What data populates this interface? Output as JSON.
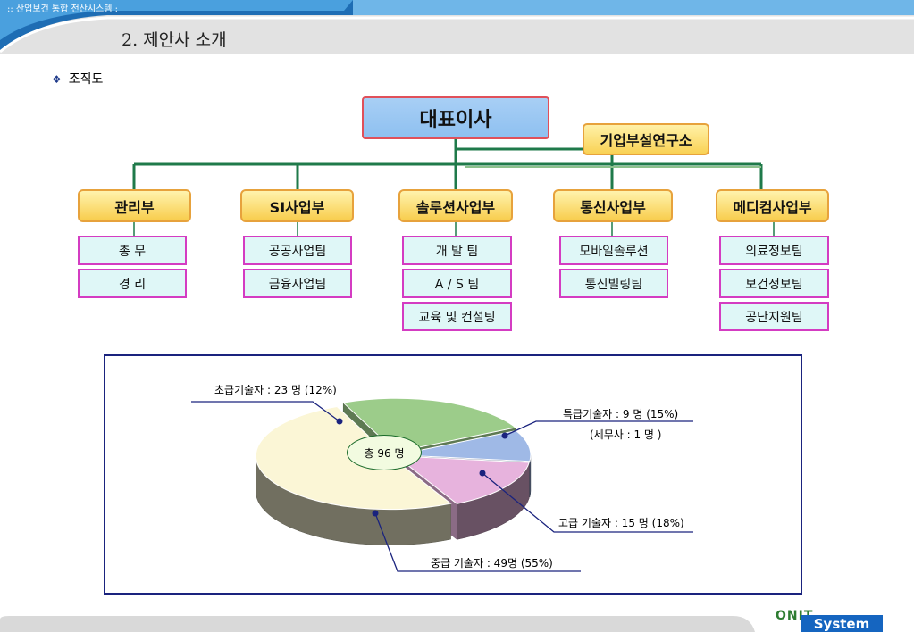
{
  "header": {
    "system_name": ":: 산업보건 통합 전산시스템 :",
    "page_title": "2. 제안사 소개"
  },
  "section": {
    "bullet": "❖",
    "title": "조직도"
  },
  "org": {
    "ceo": "대표이사",
    "lab": "기업부설연구소",
    "departments": [
      {
        "name": "관리부",
        "teams": [
          "총  무",
          "경  리"
        ]
      },
      {
        "name": "SI사업부",
        "teams": [
          "공공사업팀",
          "금융사업팀"
        ]
      },
      {
        "name": "솔루션사업부",
        "teams": [
          "개 발 팀",
          "A / S 팀",
          "교육 및 컨설팅"
        ]
      },
      {
        "name": "통신사업부",
        "teams": [
          "모바일솔루션",
          "통신빌링팀"
        ]
      },
      {
        "name": "메디컴사업부",
        "teams": [
          "의료정보팀",
          "보건정보팀",
          "공단지원팀"
        ]
      }
    ]
  },
  "chart_data": {
    "type": "pie",
    "total_label": "총 96 명",
    "slices": [
      {
        "label": "초급기술자 : 23 명",
        "pct_label": "(12%)",
        "value": 23,
        "color": "#9ccc8a"
      },
      {
        "label": "특급기술자 : 9 명",
        "pct_label": "(15%)",
        "value": 9,
        "color": "#9fb9e6"
      },
      {
        "label": "고급 기술자 : 15 명",
        "pct_label": "(18%)",
        "value": 15,
        "color": "#e7b3dd"
      },
      {
        "label": "중급 기술자 : 49명",
        "pct_label": "(55%)",
        "value": 49,
        "color": "#fbf6d6"
      }
    ],
    "note": "(세무사 : 1 명 )"
  },
  "logo": {
    "line1": "ONIT",
    "line2": "System"
  },
  "colors": {
    "connector": "#1f7a4a",
    "header_band": "#3f8fd0",
    "frame": "#1a237e"
  }
}
